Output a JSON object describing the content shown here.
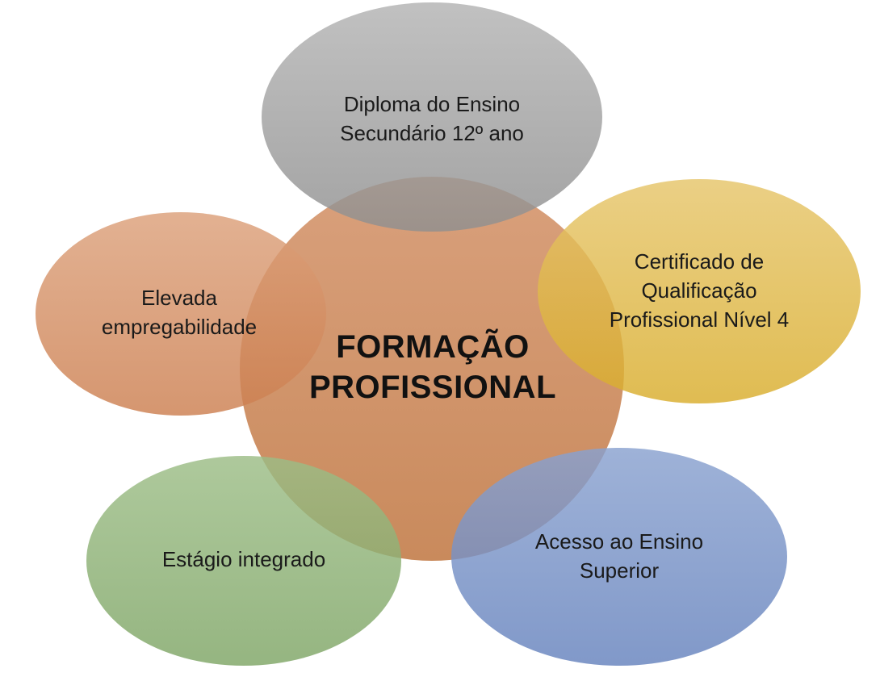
{
  "center": {
    "title_line1": "FORMAÇÃO",
    "title_line2": "PROFISSIONAL",
    "color": "#cf8f66"
  },
  "nodes": [
    {
      "id": "diploma",
      "line1": "Diploma do Ensino",
      "line2": "Secundário 12º ano",
      "color": "#a3a3a3"
    },
    {
      "id": "certificado",
      "line1": "Certificado de",
      "line2": "Qualificação",
      "line3": "Profissional Nível 4",
      "color": "#dcb23e"
    },
    {
      "id": "empregabilidade",
      "line1": "Elevada",
      "line2": "empregabilidade",
      "color": "#d38a5e"
    },
    {
      "id": "estagio",
      "line1": "Estágio integrado",
      "color": "#8aae72"
    },
    {
      "id": "acesso",
      "line1": "Acesso ao Ensino",
      "line2": "Superior",
      "color": "#6f8cc2"
    }
  ]
}
